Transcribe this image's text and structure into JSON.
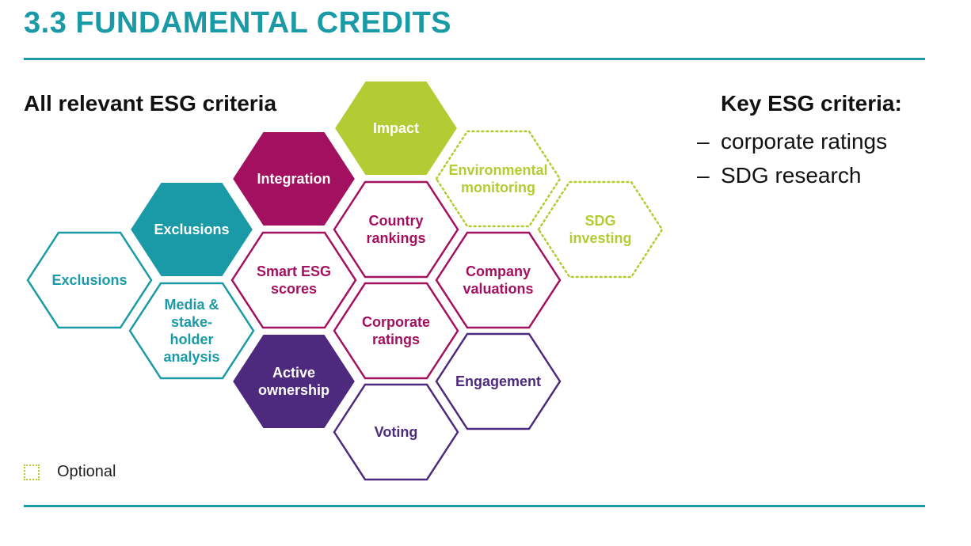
{
  "title": "3.3 FUNDAMENTAL CREDITS",
  "subtitle": "All relevant ESG criteria",
  "key_criteria": {
    "title": "Key ESG criteria:",
    "dash": "–",
    "items": [
      "corporate ratings",
      "SDG research"
    ]
  },
  "legend": {
    "label": "Optional"
  },
  "colors": {
    "teal": "#1a9aa6",
    "magenta": "#a3105f",
    "purple": "#4d2a7d",
    "lime": "#b3cc33",
    "rule": "#1a9aa6"
  },
  "hexes": [
    {
      "id": "exclusions-outline",
      "lines": [
        "Exclusions"
      ],
      "color": "teal",
      "style": "outline",
      "col": 0,
      "row": 2.0
    },
    {
      "id": "exclusions-filled",
      "lines": [
        "Exclusions"
      ],
      "color": "teal",
      "style": "filled",
      "col": 1,
      "row": 1.5
    },
    {
      "id": "media-stakeholder",
      "lines": [
        "Media &",
        "stake-",
        "holder",
        "analysis"
      ],
      "color": "teal",
      "style": "outline",
      "col": 1,
      "row": 2.5
    },
    {
      "id": "integration",
      "lines": [
        "Integration"
      ],
      "color": "magenta",
      "style": "filled",
      "col": 2,
      "row": 1.0
    },
    {
      "id": "smart-esg-scores",
      "lines": [
        "Smart ESG",
        "scores"
      ],
      "color": "magenta",
      "style": "outline",
      "col": 2,
      "row": 2.0
    },
    {
      "id": "active-ownership",
      "lines": [
        "Active",
        "ownership"
      ],
      "color": "purple",
      "style": "filled",
      "col": 2,
      "row": 3.0
    },
    {
      "id": "impact",
      "lines": [
        "Impact"
      ],
      "color": "lime",
      "style": "filled",
      "col": 3,
      "row": 0.5
    },
    {
      "id": "country-rankings",
      "lines": [
        "Country",
        "rankings"
      ],
      "color": "magenta",
      "style": "outline",
      "col": 3,
      "row": 1.5
    },
    {
      "id": "corporate-ratings",
      "lines": [
        "Corporate",
        "ratings"
      ],
      "color": "magenta",
      "style": "outline",
      "col": 3,
      "row": 2.5
    },
    {
      "id": "voting",
      "lines": [
        "Voting"
      ],
      "color": "purple",
      "style": "outline",
      "col": 3,
      "row": 3.5
    },
    {
      "id": "environmental-monitoring",
      "lines": [
        "Environmental",
        "monitoring"
      ],
      "color": "lime",
      "style": "dotted",
      "col": 4,
      "row": 1.0
    },
    {
      "id": "company-valuations",
      "lines": [
        "Company",
        "valuations"
      ],
      "color": "magenta",
      "style": "outline",
      "col": 4,
      "row": 2.0
    },
    {
      "id": "engagement",
      "lines": [
        "Engagement"
      ],
      "color": "purple",
      "style": "outline",
      "col": 4,
      "row": 3.0
    },
    {
      "id": "sdg-investing",
      "lines": [
        "SDG",
        "investing"
      ],
      "color": "lime",
      "style": "dotted",
      "col": 5,
      "row": 1.5
    }
  ]
}
